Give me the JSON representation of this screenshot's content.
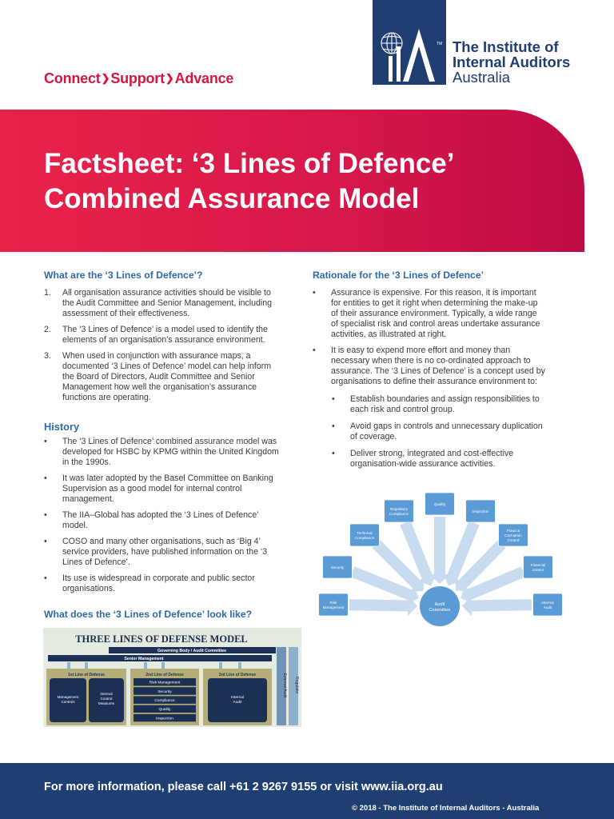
{
  "header": {
    "tagline": [
      "Connect",
      "Support",
      "Advance"
    ],
    "logo": {
      "mark": "IIA",
      "line1": "The Institute of",
      "line2": "Internal Auditors",
      "line3": "Australia",
      "tm": "TM"
    }
  },
  "banner": {
    "title_line1": "Factsheet: ‘3 Lines of Defence’",
    "title_line2": "Combined Assurance Model"
  },
  "left": {
    "what_are": {
      "heading": "What are the ‘3 Lines of Defence’?",
      "items": [
        {
          "marker": "1.",
          "lines": [
            "All organisation assurance activities should be visible to",
            "the Audit Committee and Senior Management, including",
            "assessment of their effectiveness."
          ]
        },
        {
          "marker": "2.",
          "lines": [
            "The ‘3 Lines of Defence’ is a model used to identify the",
            "elements of an organisation’s assurance environment."
          ]
        },
        {
          "marker": "3.",
          "lines": [
            "When used in conjunction with assurance maps, a",
            "documented ‘3 Lines of Defence’ model can help inform",
            "the Board of Directors, Audit Committee and Senior",
            "Management how well the organisation’s assurance",
            "functions are operating."
          ]
        }
      ]
    },
    "history": {
      "heading": "History",
      "items": [
        {
          "marker": "•",
          "lines": [
            "The ‘3 Lines of Defence’ combined assurance model was",
            "developed for HSBC by KPMG within the United Kingdom",
            "in the 1990s."
          ]
        },
        {
          "marker": "•",
          "lines": [
            "It was later adopted by the Basel Committee on Banking",
            "Supervision as a good model for internal control",
            "management."
          ]
        },
        {
          "marker": "•",
          "lines": [
            "The IIA–Global has adopted the ‘3 Lines of Defence’",
            "model."
          ]
        },
        {
          "marker": "•",
          "lines": [
            "COSO and many other organisations, such as ‘Big 4’",
            "service providers, have published information on the ‘3",
            "Lines of Defence’."
          ]
        },
        {
          "marker": "•",
          "lines": [
            "Its use is widespread in corporate and public sector",
            "organisations."
          ]
        }
      ]
    },
    "look_like": {
      "heading": "What does the ‘3 Lines of Defence’ look like?"
    }
  },
  "right": {
    "rationale": {
      "heading": "Rationale for the ‘3 Lines of Defence’",
      "items": [
        {
          "marker": "•",
          "lines": [
            "Assurance is expensive. For this reason, it is important",
            "for entities to get it right when determining the make-up",
            "of their assurance environment. Typically, a wide range",
            "of specialist risk and control areas undertake assurance",
            "activities, as illustrated at right."
          ]
        },
        {
          "marker": "•",
          "lines": [
            "It is easy to expend more effort and money than",
            "necessary when there is no co-ordinated approach to",
            "assurance. The ‘3 Lines of Defence’ is a concept used by",
            "organisations to define their assurance environment to:"
          ]
        }
      ],
      "subitems": [
        {
          "marker": "•",
          "lines": [
            "Establish boundaries and assign responsibilities to",
            "each risk and control group."
          ]
        },
        {
          "marker": "•",
          "lines": [
            "Avoid gaps in controls and unnecessary duplication",
            "of coverage."
          ]
        },
        {
          "marker": "•",
          "lines": [
            "Deliver strong, integrated and cost-effective",
            "organisation-wide assurance activities."
          ]
        }
      ]
    }
  },
  "assurance_diagram": {
    "center": [
      "Audit",
      "Committee"
    ],
    "nodes": [
      [
        "Risk",
        "Management"
      ],
      [
        "Security"
      ],
      [
        "Technical",
        "Compliance"
      ],
      [
        "Regulatory",
        "Compliance"
      ],
      [
        "Quality"
      ],
      [
        "Inspection"
      ],
      [
        "Fraud &",
        "Corruption",
        "Control"
      ],
      [
        "Financial",
        "control"
      ],
      [
        "Internal",
        "Audit"
      ]
    ]
  },
  "three_lines_model": {
    "title": "THREE LINES OF DEFENSE MODEL",
    "governing": "Governing Body / Audit Committee",
    "senior": "Senior Management",
    "line1": {
      "heading": "1st Line of Defense",
      "boxes": [
        [
          "Management",
          "Controls"
        ],
        [
          "Internal",
          "Control",
          "Measures"
        ]
      ]
    },
    "line2": {
      "heading": "2nd Line of Defense",
      "items": [
        "Risk Management",
        "Security",
        "Compliance",
        "Quality",
        "Inspection"
      ]
    },
    "line3": {
      "heading": "3rd Line of Defense",
      "box": [
        "Internal",
        "Audit"
      ]
    },
    "external": "External Audit",
    "regulator": "Regulator"
  },
  "footer": {
    "info": "For more information, please call +61 2 9267 9155 or visit www.iia.org.au",
    "copyright": "© 2018 - The Institute of Internal Auditors - Australia"
  },
  "colors": {
    "brand_red": "#d5173f",
    "brand_navy": "#1f3f73",
    "heading_blue": "#2e6aa8",
    "node_blue": "#5b9bd5"
  }
}
